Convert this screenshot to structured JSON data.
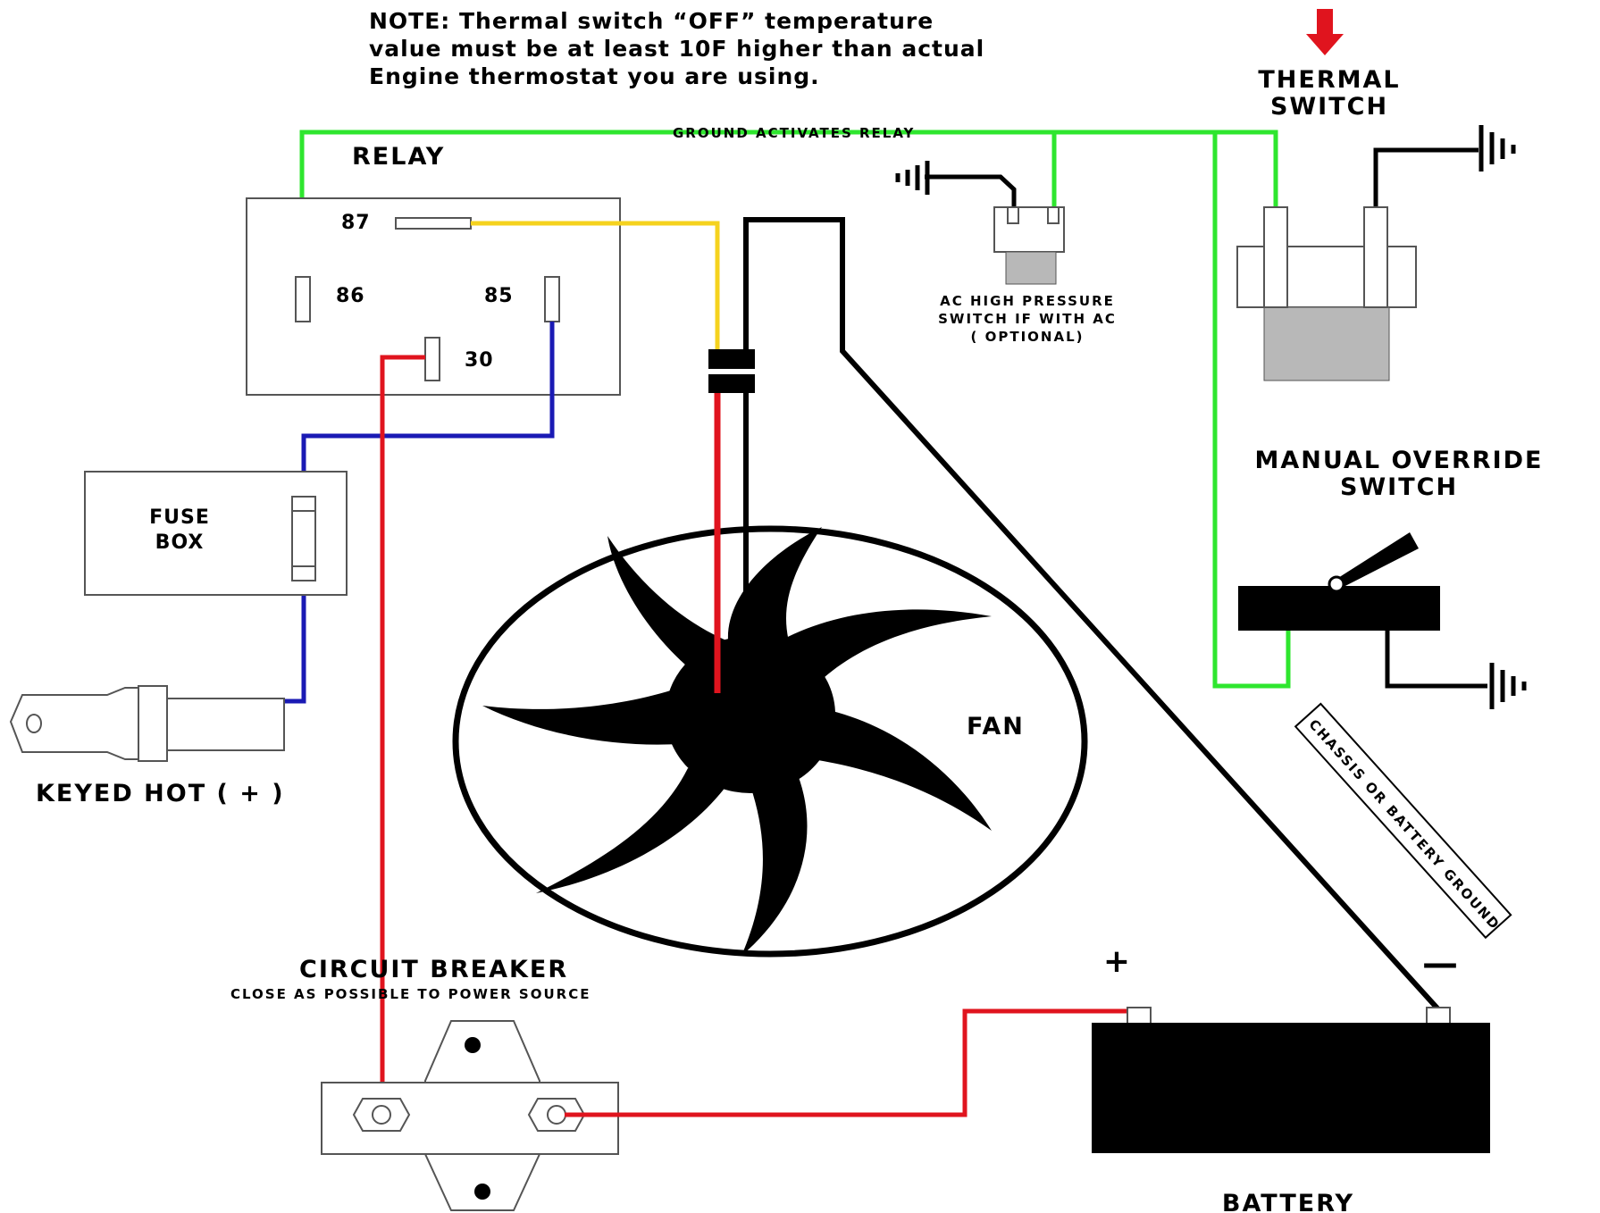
{
  "note": {
    "lines": [
      "NOTE:  Thermal switch “OFF” temperature",
      "value must be at least 10F higher than actual",
      "Engine thermostat you are using."
    ]
  },
  "labels": {
    "relay": "RELAY",
    "pin87": "87",
    "pin86": "86",
    "pin85": "85",
    "pin30": "30",
    "ground_activates_relay": "GROUND ACTIVATES RELAY",
    "thermal_switch": [
      "THERMAL",
      "SWITCH"
    ],
    "ac_switch": [
      "AC HIGH PRESSURE",
      "SWITCH IF WITH AC",
      "( OPTIONAL)"
    ],
    "manual_override": [
      "MANUAL OVERRIDE",
      "SWITCH"
    ],
    "fuse_box": [
      "FUSE",
      "BOX"
    ],
    "keyed_hot": "KEYED HOT ( + )",
    "fan": "FAN",
    "chassis_ground": "CHASSIS OR BATTERY GROUND",
    "circuit_breaker": "CIRCUIT BREAKER",
    "circuit_breaker_note": "CLOSE AS POSSIBLE TO POWER SOURCE",
    "battery": "BATTERY",
    "battery_plus": "+",
    "battery_minus": "—"
  },
  "colors": {
    "green_wire": "#2ee62e",
    "yellow_wire": "#f5d21e",
    "blue_wire": "#1a1ab4",
    "red_wire": "#e0141e",
    "black_wire": "#000000",
    "arrow": "#e0141e"
  }
}
